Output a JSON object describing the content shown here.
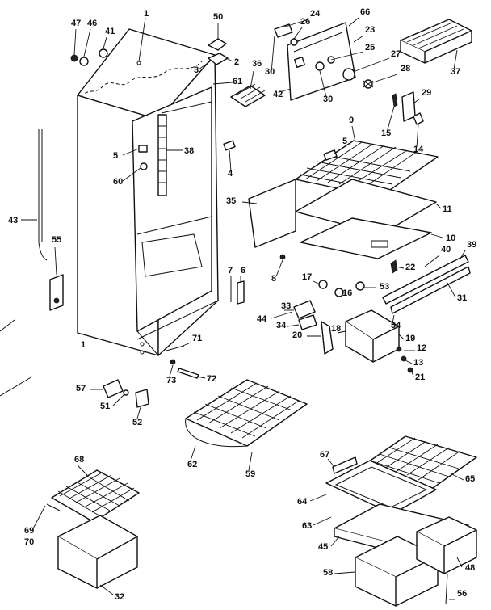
{
  "callouts": [
    {
      "id": "c1",
      "label": "1"
    },
    {
      "id": "c47",
      "label": "47"
    },
    {
      "id": "c46",
      "label": "46"
    },
    {
      "id": "c41",
      "label": "41"
    },
    {
      "id": "c50",
      "label": "50"
    },
    {
      "id": "c2",
      "label": "2"
    },
    {
      "id": "c3",
      "label": "3"
    },
    {
      "id": "c36",
      "label": "36"
    },
    {
      "id": "c61",
      "label": "61"
    },
    {
      "id": "c5a",
      "label": "5"
    },
    {
      "id": "c38",
      "label": "38"
    },
    {
      "id": "c60",
      "label": "60"
    },
    {
      "id": "c4",
      "label": "4"
    },
    {
      "id": "c43",
      "label": "43"
    },
    {
      "id": "c55",
      "label": "55"
    },
    {
      "id": "c1b",
      "label": "1"
    },
    {
      "id": "c7",
      "label": "7"
    },
    {
      "id": "c6",
      "label": "6"
    },
    {
      "id": "c8",
      "label": "8"
    },
    {
      "id": "c71",
      "label": "71"
    },
    {
      "id": "c73",
      "label": "73"
    },
    {
      "id": "c72",
      "label": "72"
    },
    {
      "id": "c57",
      "label": "57"
    },
    {
      "id": "c51",
      "label": "51"
    },
    {
      "id": "c52",
      "label": "52"
    },
    {
      "id": "c24",
      "label": "24"
    },
    {
      "id": "c66",
      "label": "66"
    },
    {
      "id": "c26",
      "label": "26"
    },
    {
      "id": "c23",
      "label": "23"
    },
    {
      "id": "c25",
      "label": "25"
    },
    {
      "id": "c27",
      "label": "27"
    },
    {
      "id": "c30a",
      "label": "30"
    },
    {
      "id": "c42",
      "label": "42"
    },
    {
      "id": "c30b",
      "label": "30"
    },
    {
      "id": "c28",
      "label": "28"
    },
    {
      "id": "c37",
      "label": "37"
    },
    {
      "id": "c29",
      "label": "29"
    },
    {
      "id": "c15",
      "label": "15"
    },
    {
      "id": "c14",
      "label": "14"
    },
    {
      "id": "c9",
      "label": "9"
    },
    {
      "id": "c5b",
      "label": "5"
    },
    {
      "id": "c35",
      "label": "35"
    },
    {
      "id": "c11",
      "label": "11"
    },
    {
      "id": "c10",
      "label": "10"
    },
    {
      "id": "c40",
      "label": "40"
    },
    {
      "id": "c39",
      "label": "39"
    },
    {
      "id": "c22",
      "label": "22"
    },
    {
      "id": "c17",
      "label": "17"
    },
    {
      "id": "c16",
      "label": "16"
    },
    {
      "id": "c53",
      "label": "53"
    },
    {
      "id": "c31",
      "label": "31"
    },
    {
      "id": "c44",
      "label": "44"
    },
    {
      "id": "c33",
      "label": "33"
    },
    {
      "id": "c34",
      "label": "34"
    },
    {
      "id": "c54",
      "label": "54"
    },
    {
      "id": "c18",
      "label": "18"
    },
    {
      "id": "c20",
      "label": "20"
    },
    {
      "id": "c19",
      "label": "19"
    },
    {
      "id": "c12",
      "label": "12"
    },
    {
      "id": "c13",
      "label": "13"
    },
    {
      "id": "c21",
      "label": "21"
    },
    {
      "id": "c62",
      "label": "62"
    },
    {
      "id": "c59",
      "label": "59"
    },
    {
      "id": "c68",
      "label": "68"
    },
    {
      "id": "c69",
      "label": "69"
    },
    {
      "id": "c70",
      "label": "70"
    },
    {
      "id": "c32",
      "label": "32"
    },
    {
      "id": "c67",
      "label": "67"
    },
    {
      "id": "c65",
      "label": "65"
    },
    {
      "id": "c64",
      "label": "64"
    },
    {
      "id": "c63",
      "label": "63"
    },
    {
      "id": "c45",
      "label": "45"
    },
    {
      "id": "c48",
      "label": "48"
    },
    {
      "id": "c58",
      "label": "58"
    },
    {
      "id": "c56",
      "label": "56"
    }
  ]
}
